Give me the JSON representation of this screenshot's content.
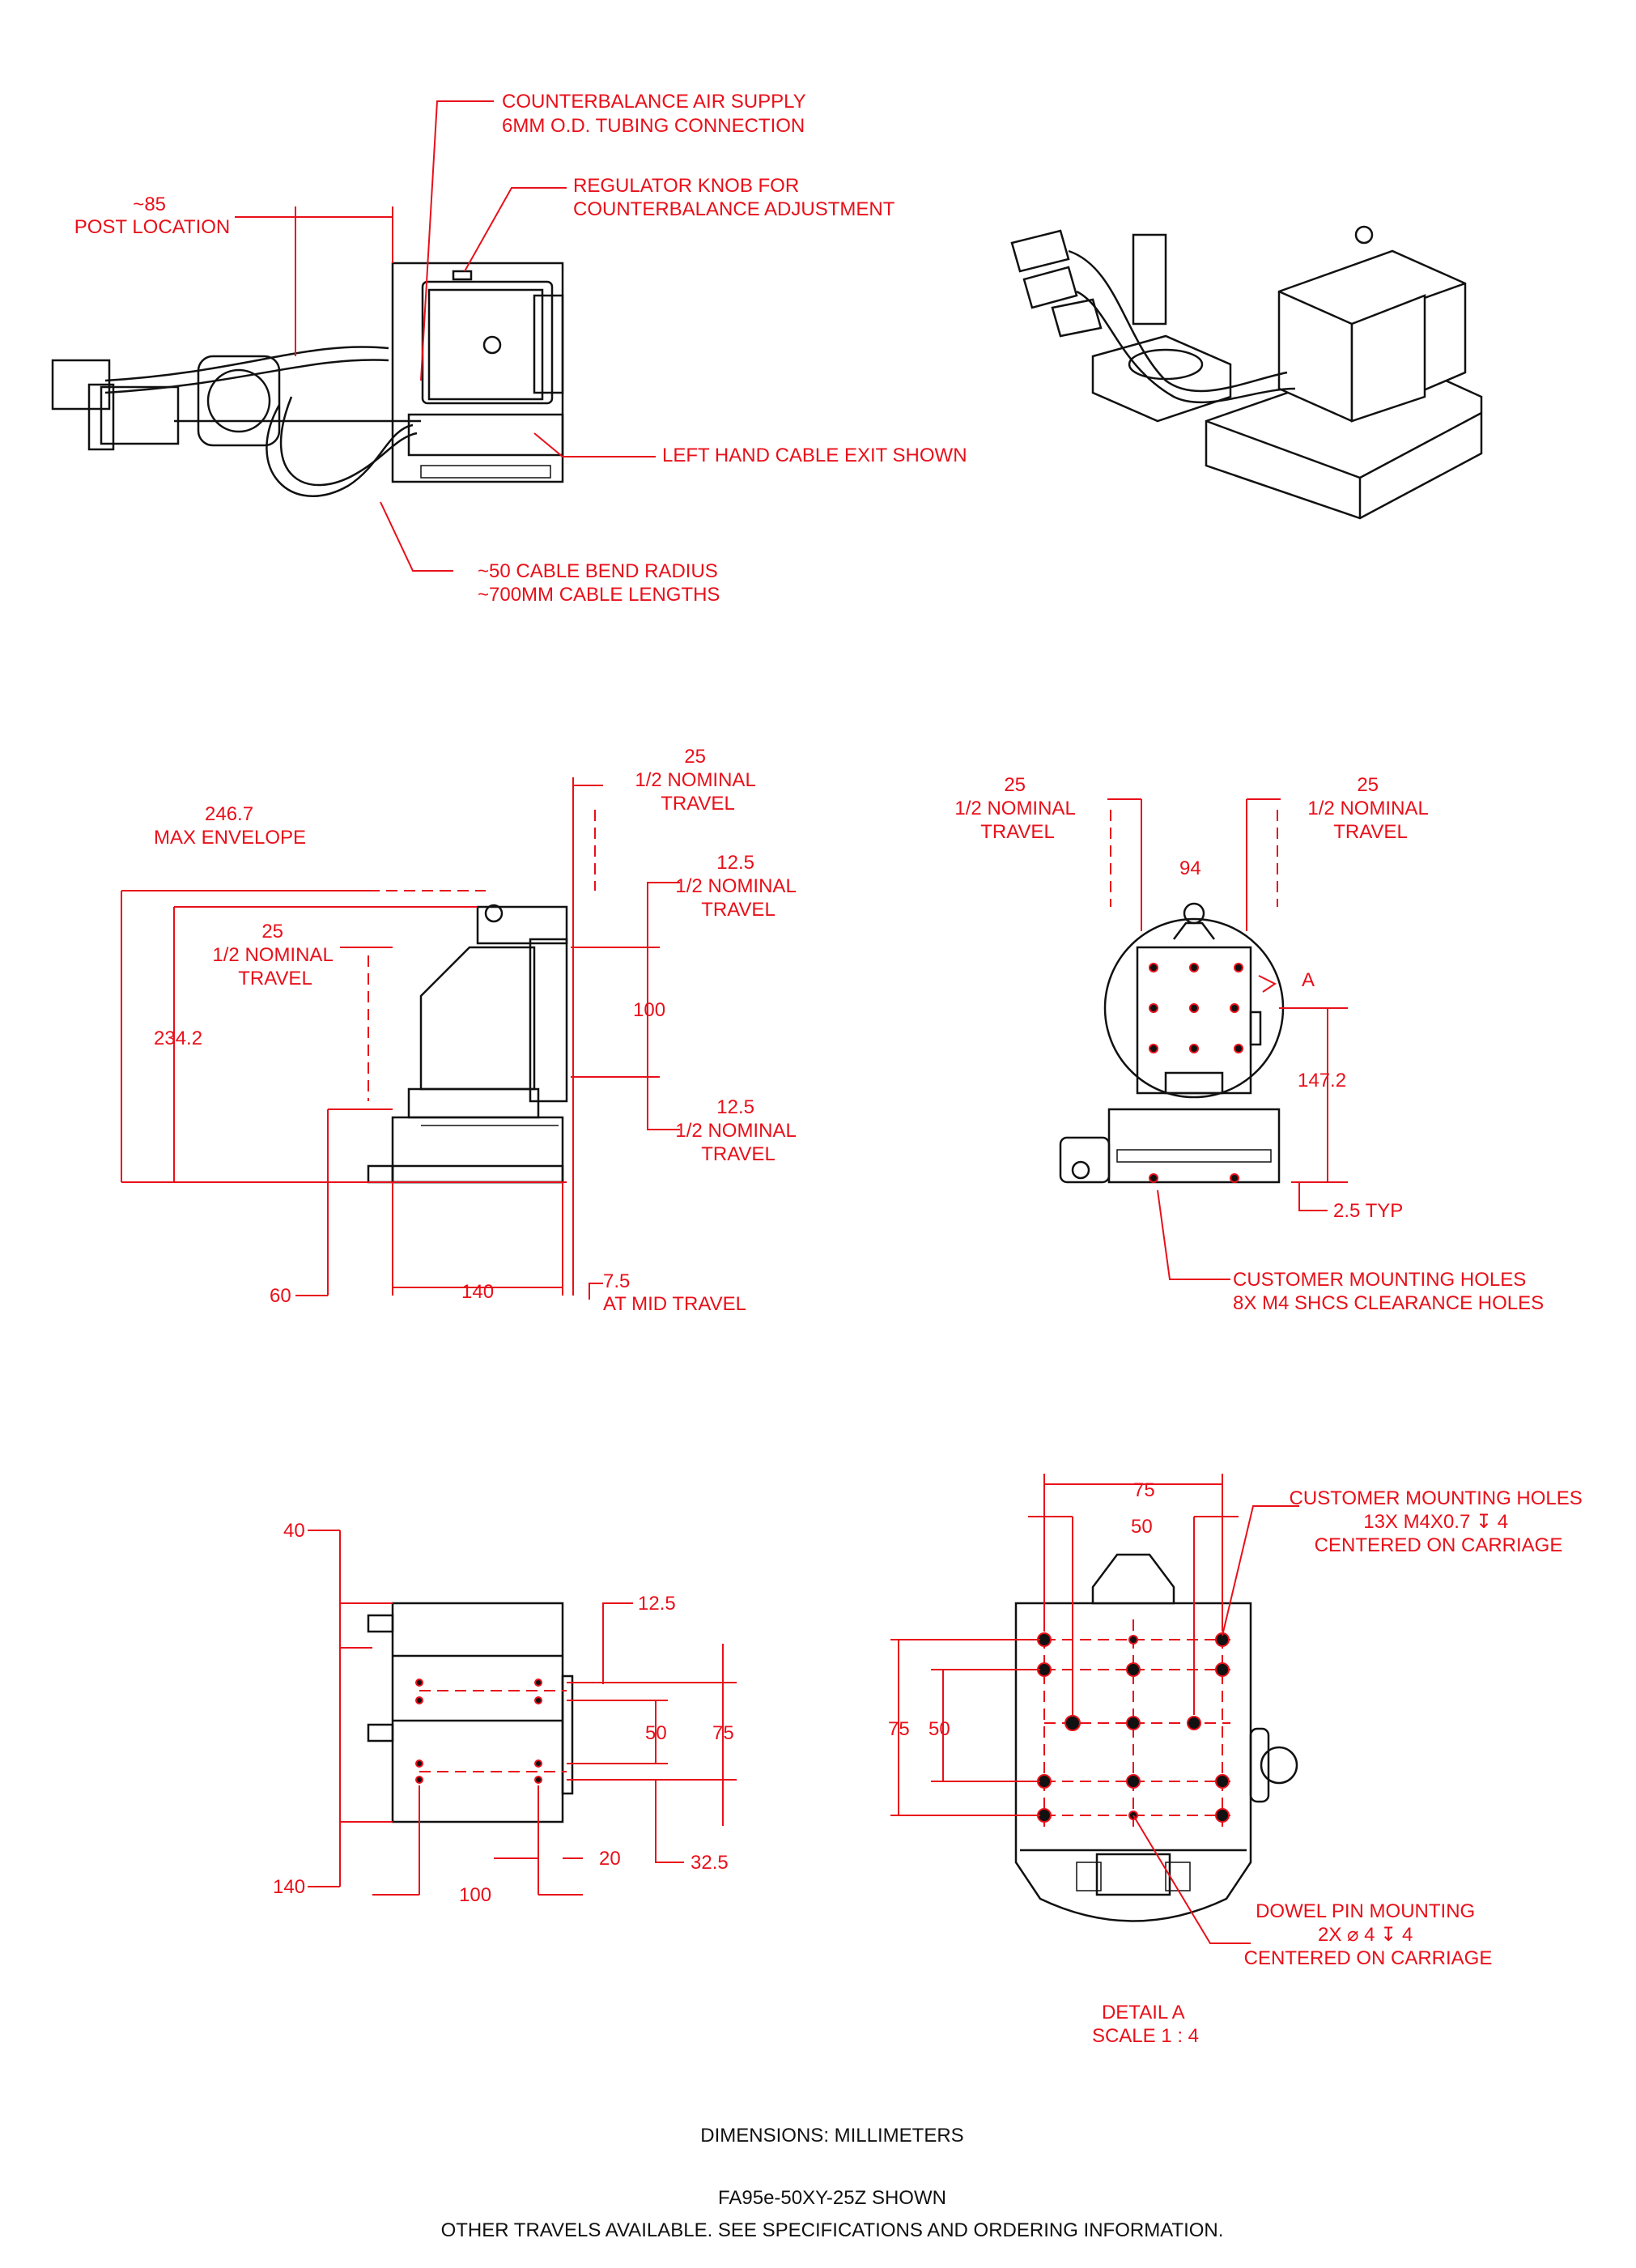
{
  "notes": {
    "air_supply": [
      "COUNTERBALANCE AIR SUPPLY",
      "6MM O.D. TUBING CONNECTION"
    ],
    "post_location": [
      "~85",
      "POST LOCATION"
    ],
    "regulator": [
      "REGULATOR KNOB FOR",
      "COUNTERBALANCE ADJUSTMENT"
    ],
    "left_hand_exit": "LEFT HAND CABLE EXIT SHOWN",
    "cable_bend": [
      "~50 CABLE BEND RADIUS",
      "~700MM CABLE LENGTHS"
    ],
    "max_envelope": [
      "246.7",
      "MAX ENVELOPE"
    ],
    "travel_25_top": [
      "25",
      "1/2 NOMINAL",
      "TRAVEL"
    ],
    "travel_12_5_top": [
      "12.5",
      "1/2 NOMINAL",
      "TRAVEL"
    ],
    "travel_25_side": [
      "25",
      "1/2 NOMINAL",
      "TRAVEL"
    ],
    "travel_12_5_bottom": [
      "12.5",
      "1/2 NOMINAL",
      "TRAVEL"
    ],
    "at_mid_travel": [
      "7.5",
      "AT MID TRAVEL"
    ],
    "front_travel_left": [
      "25",
      "1/2 NOMINAL",
      "TRAVEL"
    ],
    "front_travel_right": [
      "25",
      "1/2 NOMINAL",
      "TRAVEL"
    ],
    "typ": "2.5 TYP",
    "customer_holes_base": [
      "CUSTOMER MOUNTING HOLES",
      "8X M4 SHCS CLEARANCE HOLES"
    ],
    "customer_holes_carriage": [
      "CUSTOMER MOUNTING HOLES",
      "13X M4X0.7 ↧ 4",
      "CENTERED ON CARRIAGE"
    ],
    "dowel": [
      "DOWEL PIN MOUNTING",
      "2X ⌀ 4 ↧ 4",
      "CENTERED ON CARRIAGE"
    ],
    "detail": [
      "DETAIL A",
      "SCALE 1 : 4"
    ],
    "detail_callout": "A"
  },
  "dims": {
    "d234_2": "234.2",
    "d100_side": "100",
    "d60": "60",
    "d140_side": "140",
    "d94": "94",
    "d147_2": "147.2",
    "d40": "40",
    "d140_bottom": "140",
    "d12_5": "12.5",
    "d50_bottom": "50",
    "d75_bottom": "75",
    "d20": "20",
    "d32_5": "32.5",
    "d100_bottom": "100",
    "d75_detail_top": "75",
    "d50_detail_top": "50",
    "d75_detail_left": "75",
    "d50_detail_left": "50"
  },
  "footer": {
    "units": "DIMENSIONS:  MILLIMETERS",
    "shown": "FA95e-50XY-25Z SHOWN",
    "other": "OTHER TRAVELS AVAILABLE. SEE SPECIFICATIONS AND ORDERING INFORMATION."
  },
  "colors": {
    "annotation": "#e8101a",
    "linework": "#111111"
  },
  "icons": {
    "depth_symbol": "↧",
    "diameter_symbol": "⌀"
  }
}
